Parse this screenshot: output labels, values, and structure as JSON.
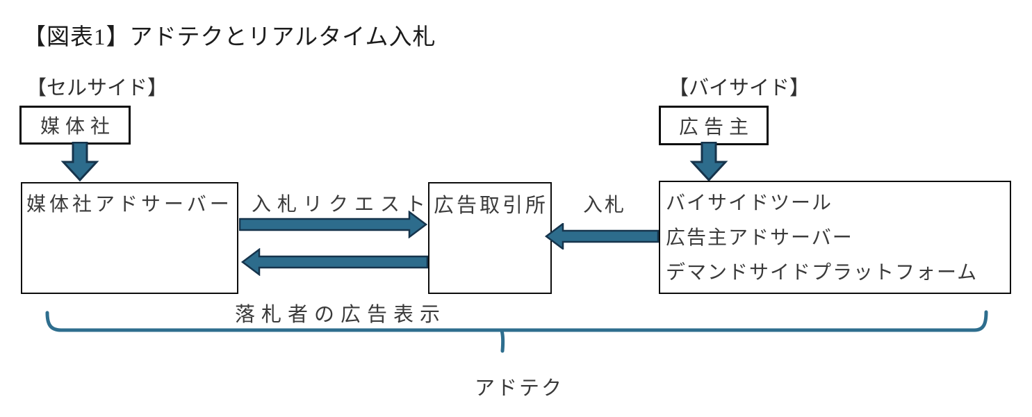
{
  "title": "【図表1】アドテクとリアルタイム入札",
  "sell_side": {
    "label": "【セルサイド】",
    "media_company": "媒体社",
    "ad_server": "媒体社アドサーバー"
  },
  "exchange": {
    "label": "広告取引所"
  },
  "buy_side": {
    "label": "【バイサイド】",
    "advertiser": "広告主",
    "tools": [
      "バイサイドツール",
      "広告主アドサーバー",
      "デマンドサイドプラットフォーム"
    ]
  },
  "flows": {
    "bid_request": "入札リクエスト",
    "bid": "入札",
    "winner_ad_display": "落札者の広告表示"
  },
  "adtech_label": "アドテク",
  "colors": {
    "arrow_fill": "#2D6C8C",
    "arrow_stroke": "#16344C",
    "brace": "#2E6E8E"
  }
}
